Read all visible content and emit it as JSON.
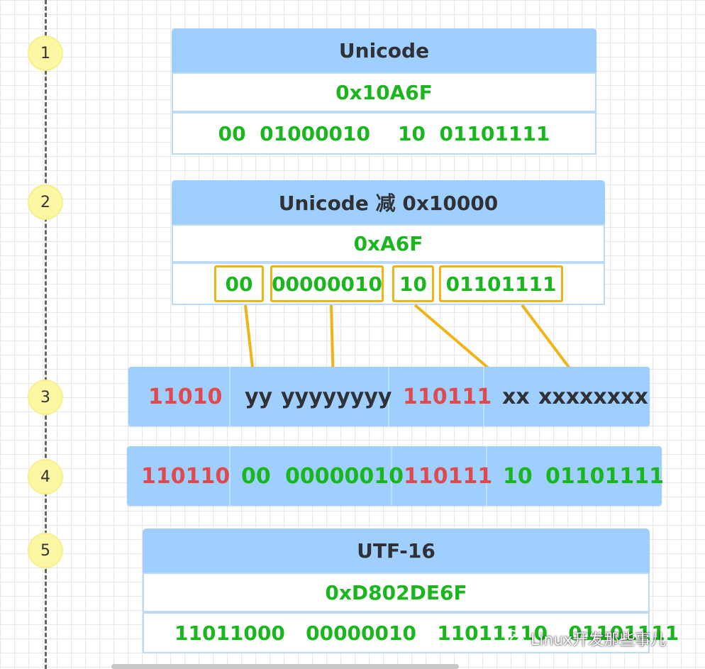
{
  "steps": [
    "1",
    "2",
    "3",
    "4",
    "5"
  ],
  "block1": {
    "header": "Unicode",
    "hex": "0x10A6F",
    "binary": "00  01000010    10  01101111"
  },
  "block2": {
    "header": "Unicode 减 0x10000",
    "hex": "0xA6F",
    "segments": [
      "00",
      "00000010",
      "10",
      "01101111"
    ]
  },
  "row3": {
    "high_prefix": "11010",
    "yy": "yy",
    "yyyyyyyy": "yyyyyyyy",
    "low_prefix": "110111",
    "xx": "xx",
    "xxxxxxxx": "xxxxxxxx"
  },
  "row4": {
    "high_prefix": "110110",
    "yy": "00",
    "yyyyyyyy": "00000010",
    "low_prefix": "110111",
    "xx": "10",
    "xxxxxxxx": "01101111"
  },
  "block5": {
    "header": "UTF-16",
    "hex": "0xD802DE6F",
    "binary": "11011000   00000010   11011110   01101111"
  },
  "watermark": "Linux开发那些事儿",
  "colors": {
    "header_blue": "#9ecfff",
    "green": "#19b71d",
    "red": "#de4a4e",
    "highlight": "#f0b417",
    "step_yellow": "#fbf7a2"
  }
}
